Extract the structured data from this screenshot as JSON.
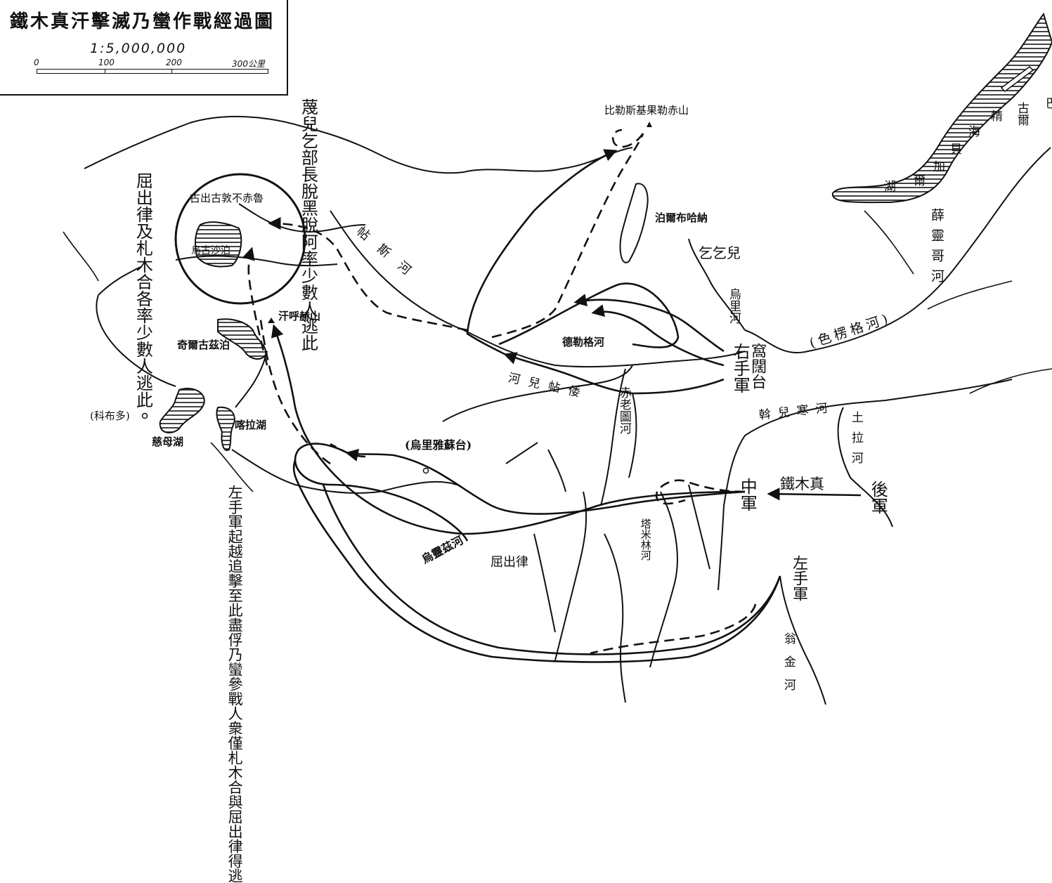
{
  "title": "鐵木真汗擊滅乃蠻作戰經過圖",
  "scale": {
    "ratio": "1:5,000,000",
    "ticks": [
      "0",
      "100",
      "200",
      "300公里"
    ]
  },
  "labels": {
    "baikal_1": "巴",
    "baikal_2": "古爾",
    "baikal_3": "精",
    "baikal_4": "海",
    "baikal_5": "貝",
    "baikal_6": "加",
    "baikal_7": "爾",
    "baikal_8": "湖",
    "mountain_north": "比勒斯基果勒赤山",
    "lake_buir": "泊爾布哈納",
    "tribe_qiqi": "乞乞兒",
    "river_wuli": "烏里河",
    "river_selenga_vert": "薛靈哥河",
    "river_selenga_paren": "(色楞格河)",
    "river_tel": "帖斯河",
    "river_degel": "德勒格河",
    "right_army": "右手軍",
    "kuotai": "窩闊台",
    "river_chewe": "河兒帖倭",
    "river_chi": "赤老圖河",
    "river_kerulen": "斡兒寒河",
    "river_tula": "土拉河",
    "tiemujin": "鐵木真",
    "central_army": "中軍",
    "rear_army": "後軍",
    "left_army": "左手軍",
    "river_weng": "翁金河",
    "river_tamir": "塔米林河",
    "qu_chu_lu": "屈出律",
    "wu_lin": "烏靈茲河",
    "wuliyasutai": "(烏里雅蘇台)",
    "circle_lake": "古出古敦不赤魯",
    "wusagu": "烏古沙泊",
    "khanggai": "汗呼赫山",
    "qigu": "奇爾古茲泊",
    "khara_lake": "喀拉湖",
    "ubsa_lake": "慈母湖",
    "kobdo": "(科布多)",
    "note_northflee": "蔑兒乞部長脫黑脫阿率少數人逃此",
    "note_qu_flee": "屈出律及札木合各率少數人逃此",
    "note_left": "左手軍起越追擊至此盡俘乃蠻參戰人衆僅札木合與屈出律得逃"
  }
}
